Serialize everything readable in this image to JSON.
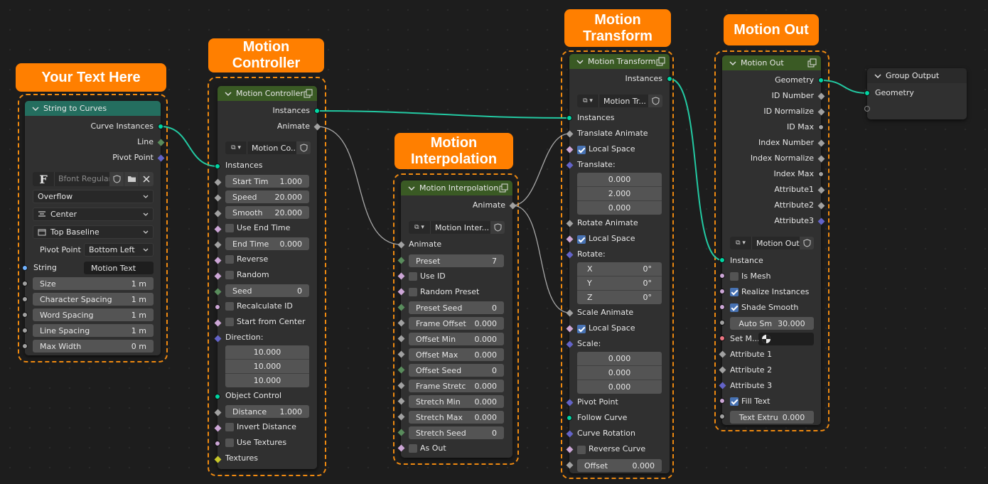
{
  "labels": {
    "your_text": "Your Text Here",
    "controller": "Motion\nController",
    "interpolation": "Motion\nInterpolation",
    "transform": "Motion\nTransform",
    "motion_out": "Motion Out"
  },
  "colors": {
    "frame": "#f08a10",
    "label_bg": "#ff7f00",
    "header_teal": "#246e5f",
    "header_green": "#3a5a24",
    "header_gray": "#2a2a2a",
    "geo_socket": "#00d6a3",
    "float_socket": "#a1a1a1",
    "bool_socket": "#cca6d6",
    "vector_socket": "#6363c7",
    "int_socket": "#598c5c",
    "string_socket": "#70b2ff",
    "color_socket": "#c7c729",
    "material_socket": "#eb7582",
    "link": "#23c9a2"
  },
  "string_to_curves": {
    "title": "String to Curves",
    "out_curve": "Curve Instances",
    "out_line": "Line",
    "out_pivot": "Pivot Point",
    "font_name": "Bfont Regular",
    "overflow": "Overflow",
    "align_x": "Center",
    "align_y": "Top Baseline",
    "pivot_label": "Pivot Point",
    "pivot_value": "Bottom Left",
    "string_label": "String",
    "string_value": "Motion Text",
    "fields": [
      {
        "label": "Size",
        "value": "1 m"
      },
      {
        "label": "Character Spacing",
        "value": "1 m"
      },
      {
        "label": "Word Spacing",
        "value": "1 m"
      },
      {
        "label": "Line Spacing",
        "value": "1 m"
      },
      {
        "label": "Max Width",
        "value": "0 m"
      }
    ]
  },
  "motion_controller": {
    "title": "Motion Controller",
    "out_instances": "Instances",
    "out_animate": "Animate",
    "group_name": "Motion Co...",
    "in_instances": "Instances",
    "start_time": {
      "label": "Start Tim",
      "value": "1.000"
    },
    "speed": {
      "label": "Speed",
      "value": "20.000"
    },
    "smooth": {
      "label": "Smooth",
      "value": "20.000"
    },
    "use_end_time": "Use End Time",
    "end_time": {
      "label": "End Time",
      "value": "0.000"
    },
    "reverse": "Reverse",
    "random": "Random",
    "seed": {
      "label": "Seed",
      "value": "0"
    },
    "recalculate_id": "Recalculate ID",
    "start_from_center": "Start from Center",
    "direction_label": "Direction:",
    "direction": [
      "10.000",
      "10.000",
      "10.000"
    ],
    "object_control": "Object Control",
    "distance": {
      "label": "Distance",
      "value": "1.000"
    },
    "invert_distance": "Invert Distance",
    "use_textures": "Use Textures",
    "textures": "Textures"
  },
  "motion_interpolation": {
    "title": "Motion Interpolation",
    "out_animate": "Animate",
    "group_name": "Motion Inter...",
    "in_animate": "Animate",
    "preset": {
      "label": "Preset",
      "value": "7"
    },
    "use_id": "Use ID",
    "random_preset": "Random Preset",
    "fields": [
      {
        "label": "Preset Seed",
        "value": "0"
      },
      {
        "label": "Frame Offset",
        "value": "0.000"
      },
      {
        "label": "Offset Min",
        "value": "0.000"
      },
      {
        "label": "Offset Max",
        "value": "0.000"
      },
      {
        "label": "Offset Seed",
        "value": "0"
      },
      {
        "label": "Frame Stretc",
        "value": "0.000"
      },
      {
        "label": "Stretch Min",
        "value": "0.000"
      },
      {
        "label": "Stretch Max",
        "value": "0.000"
      },
      {
        "label": "Stretch Seed",
        "value": "0"
      }
    ],
    "as_out": "As Out"
  },
  "motion_transform": {
    "title": "Motion Transform",
    "out_instances": "Instances",
    "group_name": "Motion Tr...",
    "in_instances": "Instances",
    "translate_animate": "Translate Animate",
    "local_space": "Local Space",
    "translate_label": "Translate:",
    "translate": [
      "0.000",
      "2.000",
      "0.000"
    ],
    "rotate_animate": "Rotate Animate",
    "rotate_label": "Rotate:",
    "rotate": [
      {
        "axis": "X",
        "value": "0°"
      },
      {
        "axis": "Y",
        "value": "0°"
      },
      {
        "axis": "Z",
        "value": "0°"
      }
    ],
    "scale_animate": "Scale Animate",
    "scale_label": "Scale:",
    "scale": [
      "0.000",
      "0.000",
      "0.000"
    ],
    "pivot_point": "Pivot Point",
    "follow_curve": "Follow Curve",
    "curve_rotation": "Curve Rotation",
    "reverse_curve": "Reverse Curve",
    "offset": {
      "label": "Offset",
      "value": "0.000"
    }
  },
  "motion_out": {
    "title": "Motion Out",
    "outputs": [
      "Geometry",
      "ID Number",
      "ID Normalize",
      "ID Max",
      "Index Number",
      "Index Normalize",
      "Index Max",
      "Attribute1",
      "Attribute2",
      "Attribute3"
    ],
    "group_name": "Motion Out",
    "in_instance": "Instance",
    "is_mesh": "Is Mesh",
    "realize_instances": "Realize Instances",
    "shade_smooth": "Shade Smooth",
    "auto_smooth": {
      "label": "Auto Sm",
      "value": "30.000"
    },
    "set_material": "Set M...",
    "attr1": "Attribute 1",
    "attr2": "Attribute 2",
    "attr3": "Attribute 3",
    "fill_text": "Fill Text",
    "text_extrude": {
      "label": "Text Extru",
      "value": "0.000"
    }
  },
  "group_output": {
    "title": "Group Output",
    "in_geometry": "Geometry"
  }
}
